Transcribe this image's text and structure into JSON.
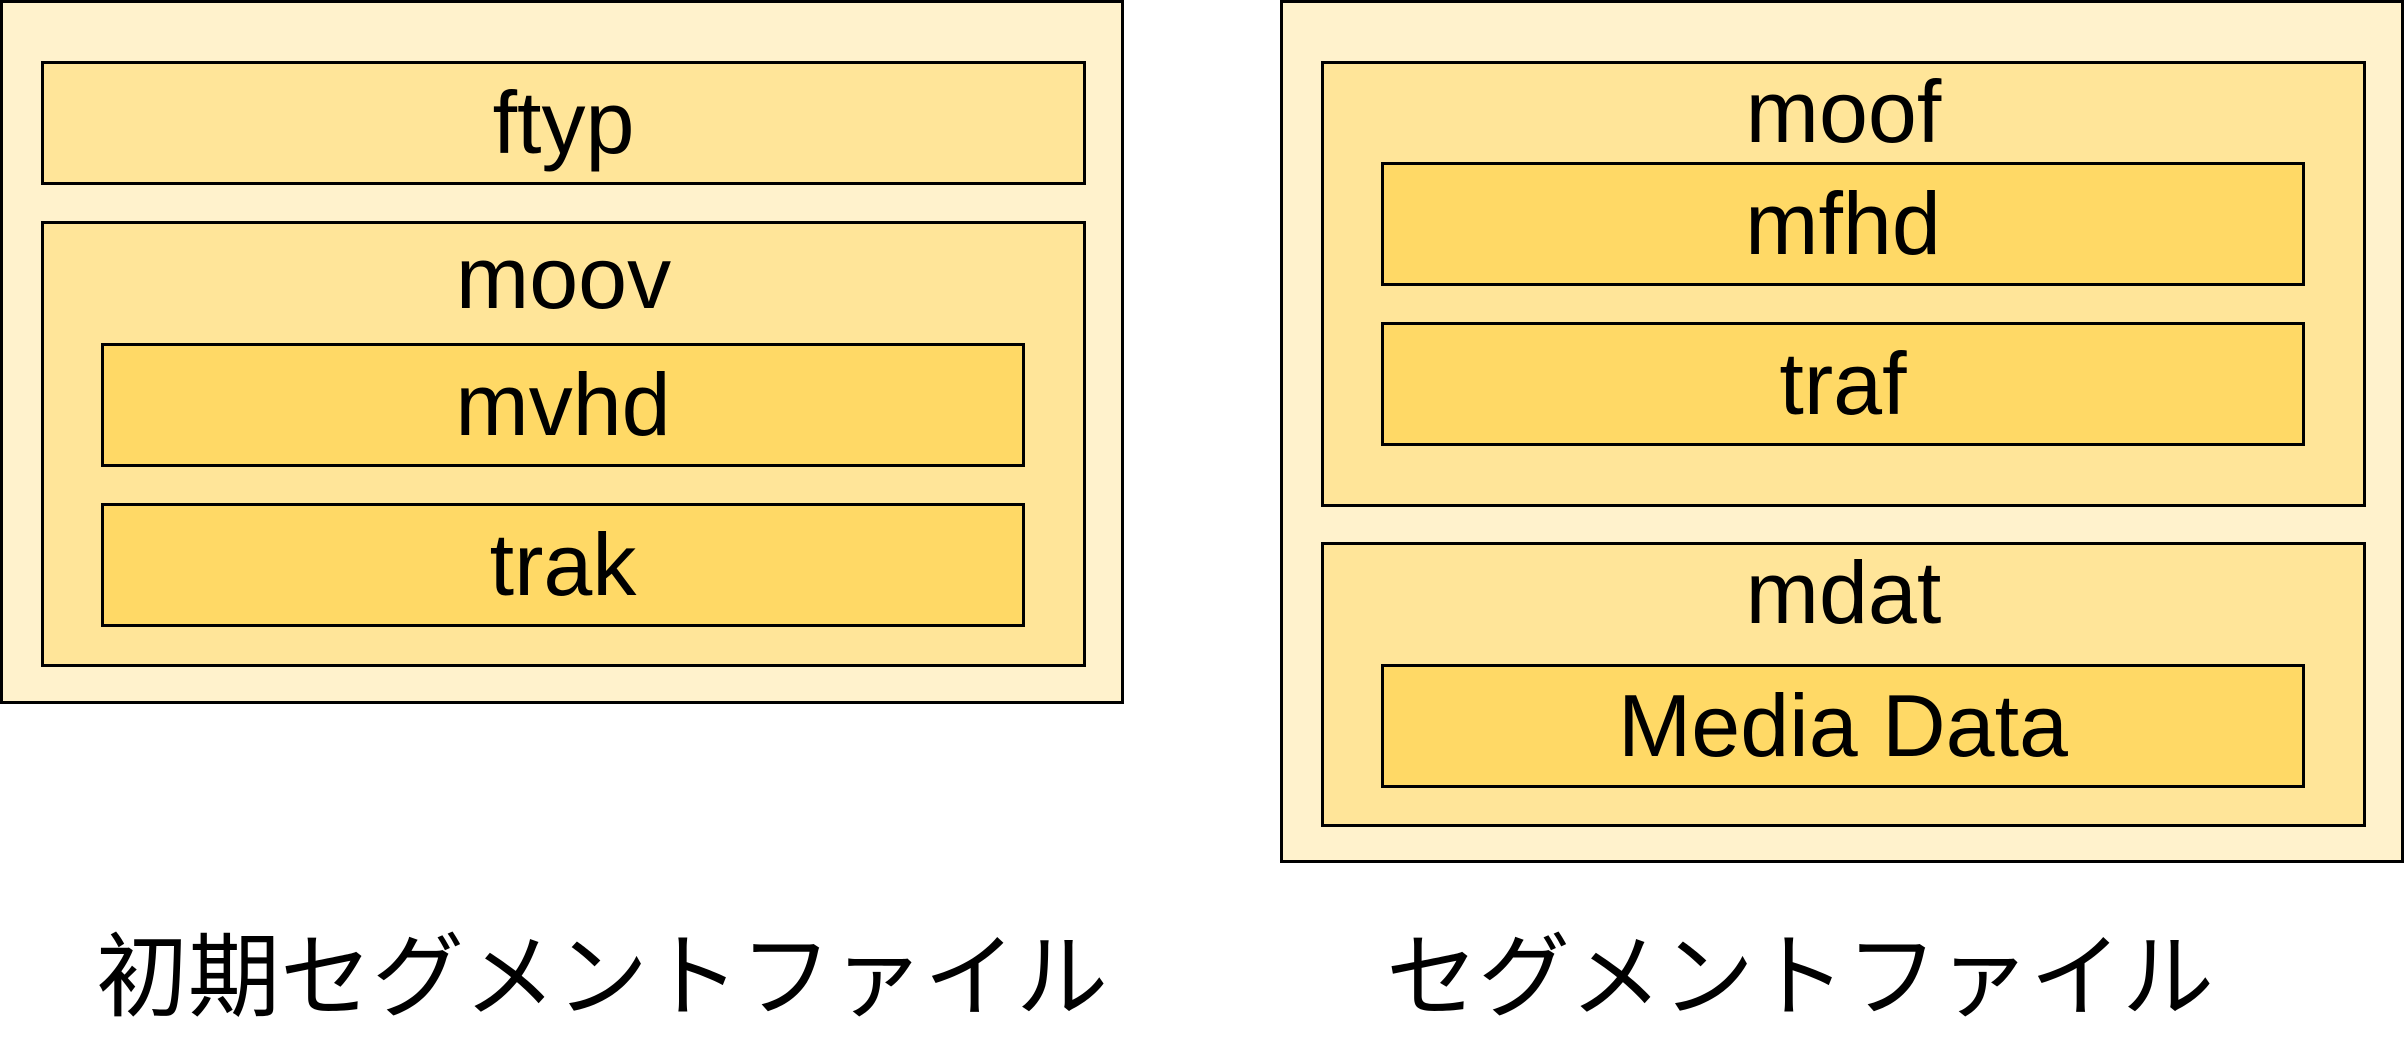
{
  "initial_segment": {
    "ftyp": "ftyp",
    "moov": {
      "label": "moov",
      "mvhd": "mvhd",
      "trak": "trak"
    },
    "caption": "初期セグメントファイル"
  },
  "segment": {
    "moof": {
      "label": "moof",
      "mfhd": "mfhd",
      "traf": "traf"
    },
    "mdat": {
      "label": "mdat",
      "media_data": "Media Data"
    },
    "caption": "セグメントファイル"
  },
  "colors": {
    "outer_fill": "#fff2cc",
    "mid_fill": "#ffe599",
    "inner_fill": "#ffd966",
    "border": "#000000"
  }
}
